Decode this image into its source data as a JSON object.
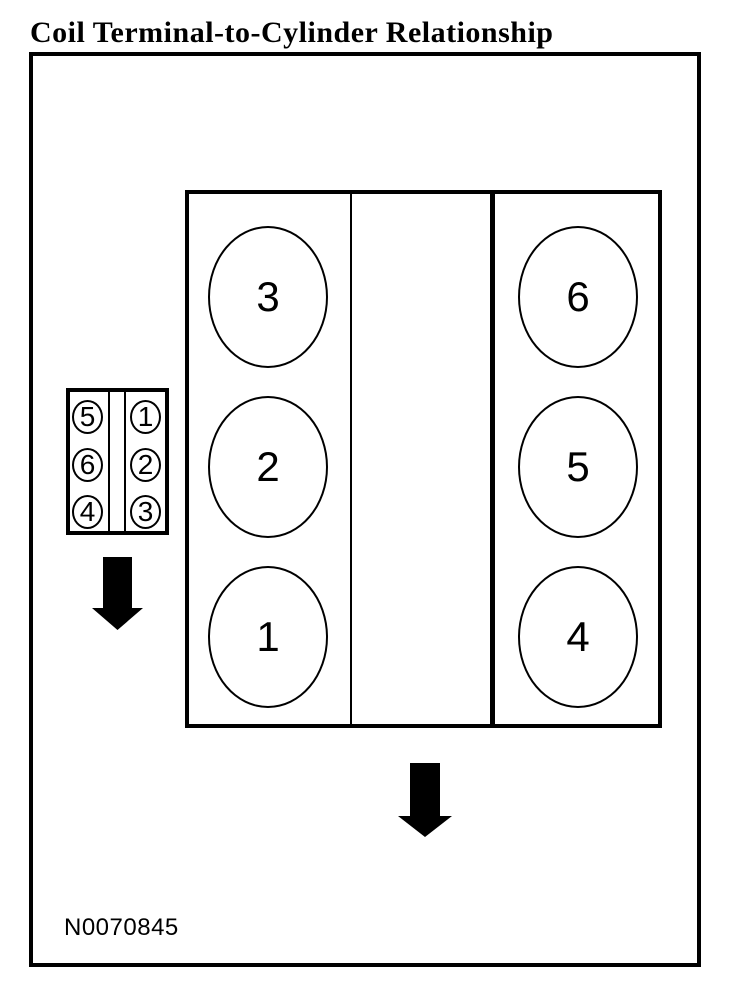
{
  "title": "Coil Terminal-to-Cylinder Relationship",
  "figure_number": "N0070845",
  "colors": {
    "ink": "#000000",
    "paper": "#ffffff"
  },
  "coil_pack": {
    "left_column_terminals": [
      "5",
      "6",
      "4"
    ],
    "right_column_terminals": [
      "1",
      "2",
      "3"
    ]
  },
  "engine": {
    "left_bank_cylinders": [
      "3",
      "2",
      "1"
    ],
    "right_bank_cylinders": [
      "6",
      "5",
      "4"
    ]
  }
}
